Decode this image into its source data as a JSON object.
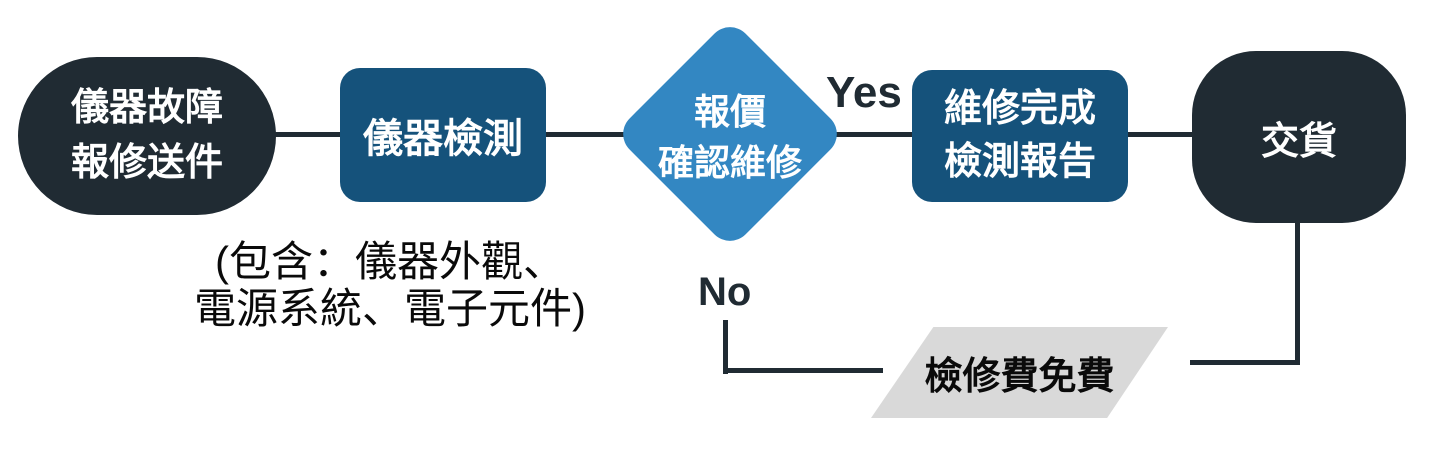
{
  "flowchart": {
    "nodes": {
      "start": {
        "line1": "儀器故障",
        "line2": "報修送件"
      },
      "inspect": {
        "label": "儀器檢測"
      },
      "decision": {
        "line1": "報價",
        "line2": "確認維修"
      },
      "complete": {
        "line1": "維修完成",
        "line2": "檢測報告"
      },
      "deliver": {
        "label": "交貨"
      },
      "free": {
        "label": "檢修費免費"
      }
    },
    "edge_labels": {
      "yes": "Yes",
      "no": "No"
    },
    "annotation": {
      "line1": "(包含：儀器外觀、",
      "line2": "電源系統、電子元件)"
    },
    "colors": {
      "dark_shape": "#202B33",
      "blue_shape": "#15527B",
      "light_blue_diamond": "#3387C2",
      "gray_parallelogram": "#D9D9D9",
      "connector_line": "#202B33",
      "text_on_shape": "#FFFFFF",
      "text_dark": "#0A0A0A",
      "background": "#FFFFFF"
    }
  }
}
